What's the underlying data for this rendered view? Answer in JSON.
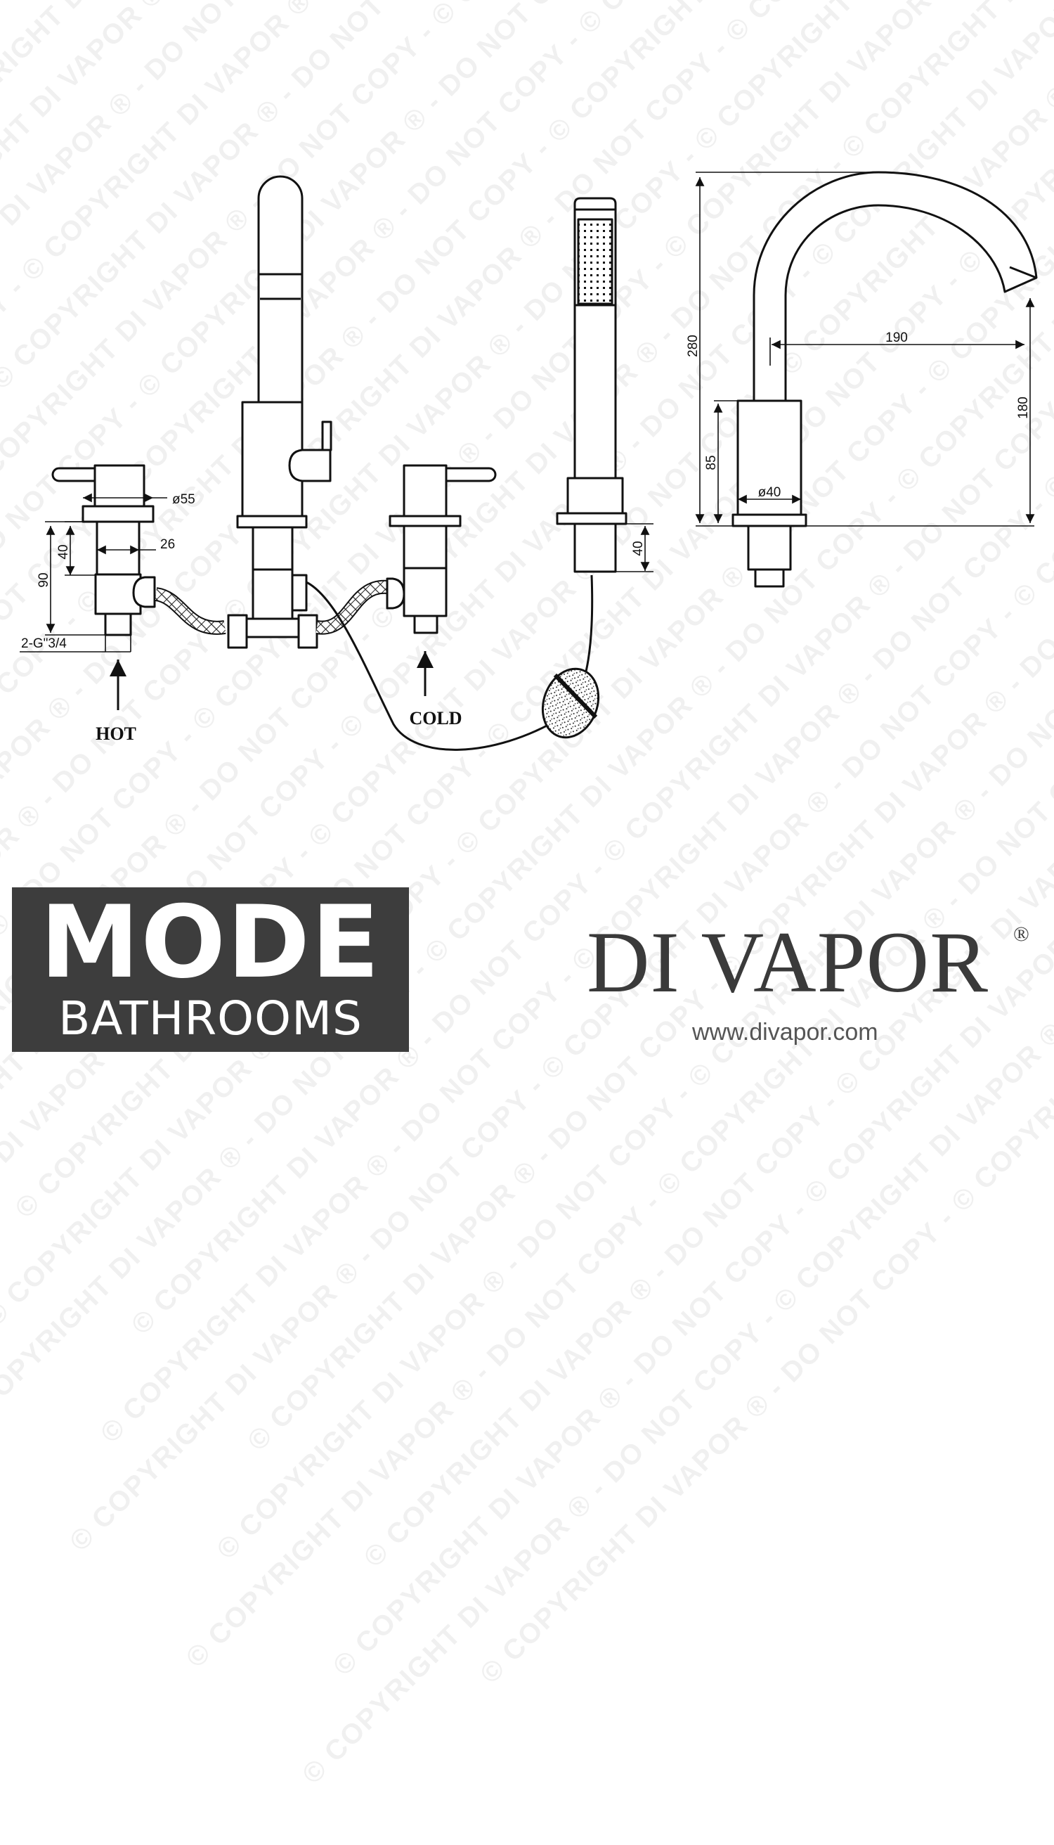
{
  "watermark": {
    "text": "© COPYRIGHT DI VAPOR ® - DO NOT COPY - "
  },
  "drawing": {
    "labels": {
      "hot": "HOT",
      "cold": "COLD",
      "thread": "2-G\"3/4"
    },
    "dimensions": {
      "valve_diameter": "ø55",
      "body_width": "26",
      "valve_upper_height": "40",
      "valve_total_height": "90",
      "handset_holder_height": "40",
      "spout_total_height": "280",
      "spout_reach": "190",
      "spout_outlet_height": "180",
      "spout_base_height": "85",
      "spout_base_diameter": "ø40"
    }
  },
  "branding": {
    "mode_logo": {
      "word": "MODE",
      "subword": "BATHROOMS"
    },
    "di_vapor_logo": {
      "word": "DI VAPOR",
      "registered": "®",
      "url": "www.divapor.com"
    }
  },
  "colors": {
    "line": "#111111",
    "mode_background": "#3d3d3d",
    "brand_text": "#3a3a3a"
  }
}
